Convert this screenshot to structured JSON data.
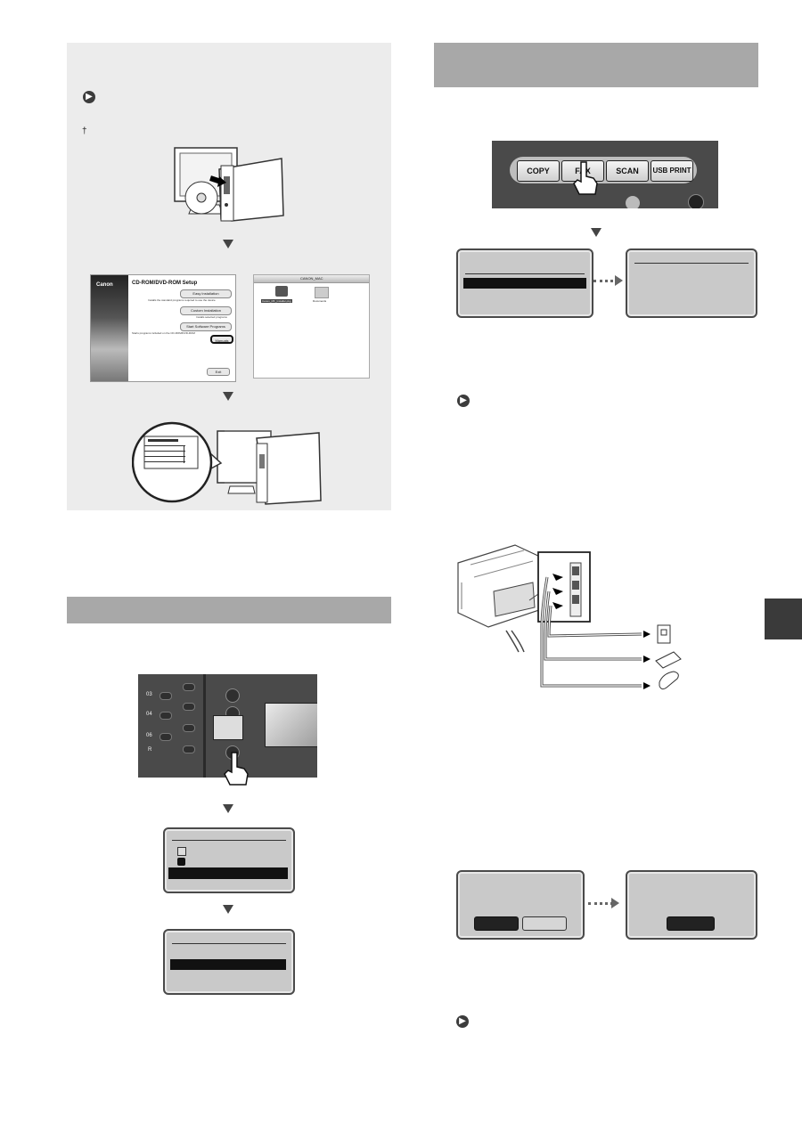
{
  "left_top_panel": {
    "footnote_mark": "†",
    "cd_setup_window": {
      "brand": "Canon",
      "title": "CD-ROM/DVD-ROM Setup",
      "buttons": [
        "Easy Installation",
        "Custom Installation",
        "Start Software Programs",
        "Manuals"
      ],
      "descriptions": [
        "Installs the standard programs required to use the device",
        "Installs selected programs",
        "Starts programs included on the CD-ROM/DVD-ROM",
        ""
      ],
      "exit_label": "Exit"
    },
    "mac_window": {
      "title": "CANON_MAC",
      "items": [
        "Canon_MF_Installer.pkg",
        "Documents"
      ]
    }
  },
  "right_panel": {
    "mode_buttons": [
      "COPY",
      "FAX",
      "SCAN",
      "USB PRINT"
    ]
  },
  "icons": {
    "arrow": "circle-arrow-right-icon",
    "hand": "pointing-hand-icon",
    "triangle": "triangle-down-icon"
  },
  "colors": {
    "panel_bg": "#ececec",
    "section_bar": "#a8a8a8",
    "lcd_bg": "#c9c9c9",
    "side_tab": "#3a3a3a"
  }
}
